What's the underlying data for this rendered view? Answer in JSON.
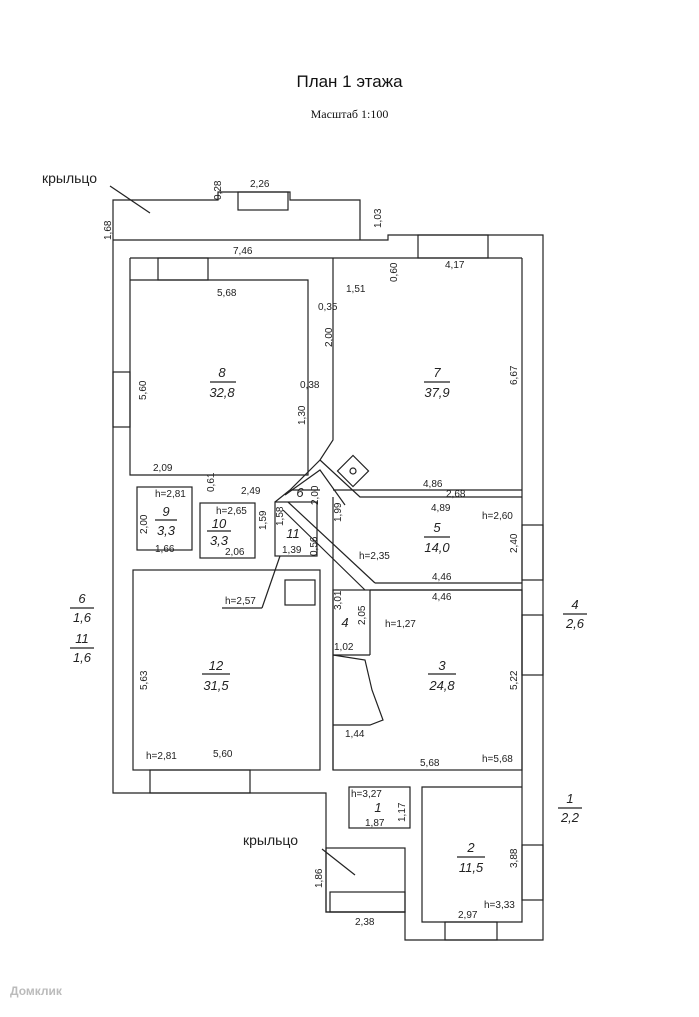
{
  "header": {
    "title": "План 1 этажа",
    "scale": "Масштаб 1:100"
  },
  "labels": {
    "porch_top": "крыльцо",
    "porch_bottom": "крыльцо"
  },
  "rooms": [
    {
      "num": "8",
      "area": "32,8"
    },
    {
      "num": "7",
      "area": "37,9"
    },
    {
      "num": "9",
      "area": "3,3"
    },
    {
      "num": "10",
      "area": "3,3"
    },
    {
      "num": "11",
      "area": ""
    },
    {
      "num": "6",
      "area": ""
    },
    {
      "num": "5",
      "area": "14,0"
    },
    {
      "num": "12",
      "area": "31,5"
    },
    {
      "num": "3",
      "area": "24,8"
    },
    {
      "num": "4",
      "area": ""
    },
    {
      "num": "2",
      "area": "11,5"
    },
    {
      "num": "1",
      "area": ""
    }
  ],
  "outside": [
    {
      "num": "6",
      "area": "1,6"
    },
    {
      "num": "11",
      "area": "1,6"
    },
    {
      "num": "4",
      "area": "2,6"
    },
    {
      "num": "1",
      "area": "2,2"
    }
  ],
  "dims": [
    "0,28",
    "2,26",
    "1,03",
    "1,68",
    "7,46",
    "0,60",
    "4,17",
    "5,68",
    "1,51",
    "0,35",
    "2,00",
    "5,60",
    "0,38",
    "1,30",
    "6,67",
    "2,09",
    "0,61",
    "2,49",
    "2,00",
    "1,99",
    "4,86",
    "2,68",
    "4,89",
    "h=2,81",
    "2,00",
    "1,66",
    "h=2,65",
    "1,59",
    "1,58",
    "2,06",
    "1,39",
    "0,56",
    "h=2,60",
    "2,40",
    "h=2,35",
    "4,46",
    "4,46",
    "h=2,57",
    "3,01",
    "2,05",
    "h=1,27",
    "1,02",
    "5,63",
    "5,22",
    "1,44",
    "h=2,81",
    "5,60",
    "5,68",
    "h=5,68",
    "h=3,27",
    "1,17",
    "1,87",
    "1,86",
    "2,38",
    "3,88",
    "h=3,33",
    "2,97"
  ],
  "watermark": "Домклик"
}
